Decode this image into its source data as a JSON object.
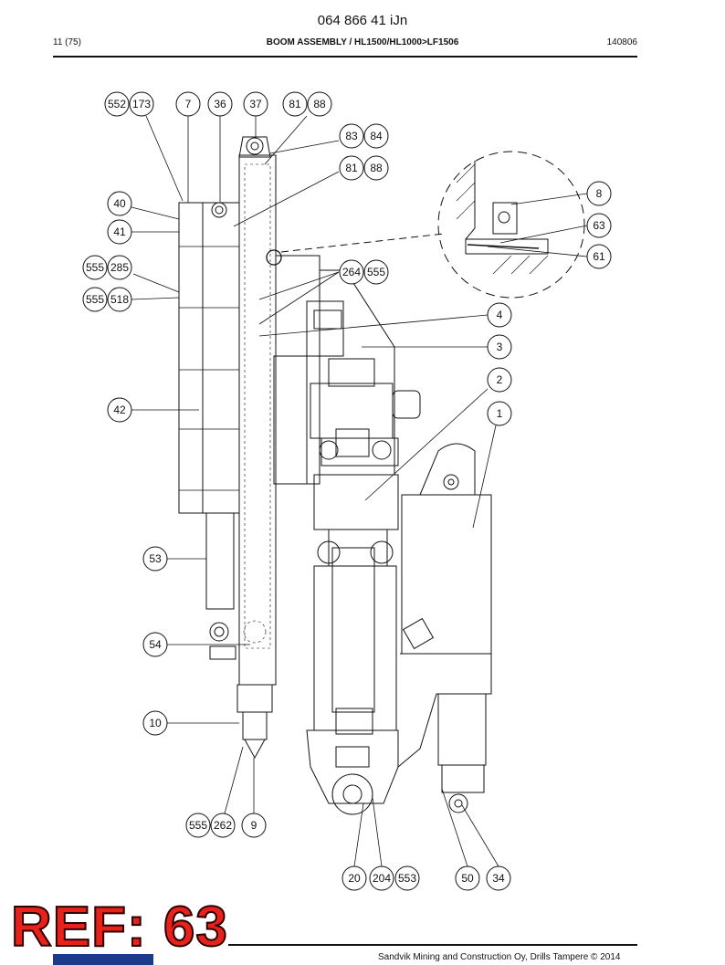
{
  "header": {
    "doc_code": "064 866 41 iJn",
    "page": "11 (75)",
    "title": "BOOM ASSEMBLY / HL1500/HL1000>LF1506",
    "date": "140806"
  },
  "callouts": {
    "c552": "552",
    "c173": "173",
    "c7": "7",
    "c36": "36",
    "c37": "37",
    "c81a": "81",
    "c88a": "88",
    "c83": "83",
    "c84": "84",
    "c81b": "81",
    "c88b": "88",
    "c40": "40",
    "c41": "41",
    "c555a": "555",
    "c285": "285",
    "c555b": "555",
    "c518": "518",
    "c264": "264",
    "c555c": "555",
    "c4": "4",
    "c3": "3",
    "c2": "2",
    "c1": "1",
    "c42": "42",
    "c53": "53",
    "c54": "54",
    "c10": "10",
    "c555d": "555",
    "c262": "262",
    "c9": "9",
    "c20": "20",
    "c204": "204",
    "c553": "553",
    "c50": "50",
    "c34": "34",
    "c8": "8",
    "c63": "63",
    "c61": "61"
  },
  "stamp": {
    "text": "REF: 63",
    "color": "#e8211a"
  },
  "footer": {
    "text": "Sandvik Mining and Construction Oy, Drills Tampere © 2014"
  }
}
